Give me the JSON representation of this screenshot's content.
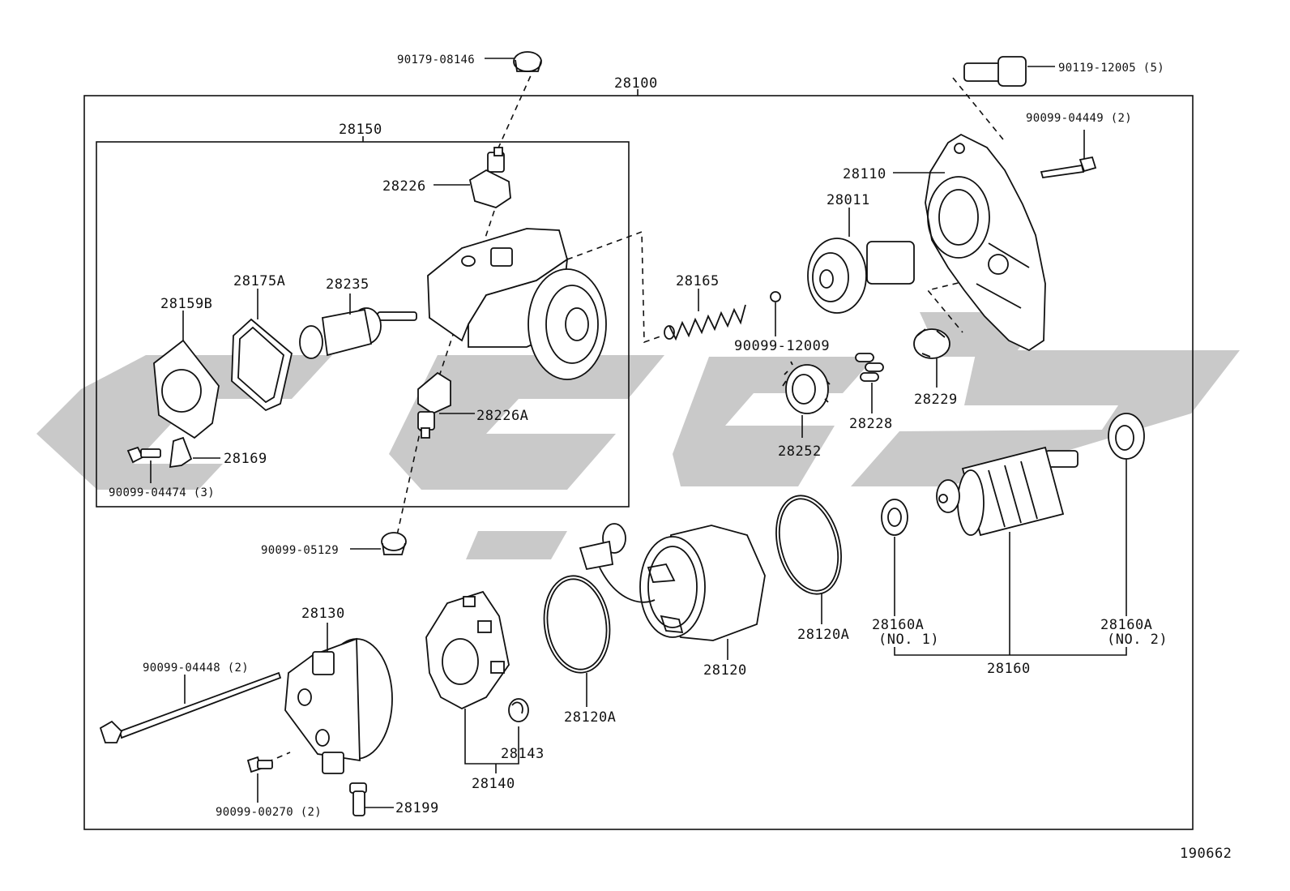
{
  "diagram": {
    "figure_number": "190662",
    "assemblies": {
      "starter_assy": "28100",
      "magnetic_switch_assy": "28150",
      "armature_assy": "28160",
      "brush_holder_assy": "28140"
    },
    "labels": {
      "p90179_08146": "90179-08146",
      "p90119_12005": "90119-12005 (5)",
      "p90099_04449": "90099-04449 (2)",
      "p28110": "28110",
      "p28011": "28011",
      "p28226": "28226",
      "p28175A": "28175A",
      "p28235": "28235",
      "p28159B": "28159B",
      "p28165": "28165",
      "p90099_12009": "90099-12009",
      "p28226A": "28226A",
      "p28229": "28229",
      "p28228": "28228",
      "p28252": "28252",
      "p28169": "28169",
      "p90099_04474": "90099-04474 (3)",
      "p90099_05129": "90099-05129",
      "p28130": "28130",
      "p90099_04448": "90099-04448 (2)",
      "p90099_00270": "90099-00270 (2)",
      "p28199": "28199",
      "p28143": "28143",
      "p28120A_left": "28120A",
      "p28120": "28120",
      "p28120A_right": "28120A",
      "p28160A_no1": "28160A",
      "p28160A_no1_sub": "(NO. 1)",
      "p28160A_no2": "28160A",
      "p28160A_no2_sub": "(NO. 2)"
    },
    "watermark": "CSC"
  }
}
